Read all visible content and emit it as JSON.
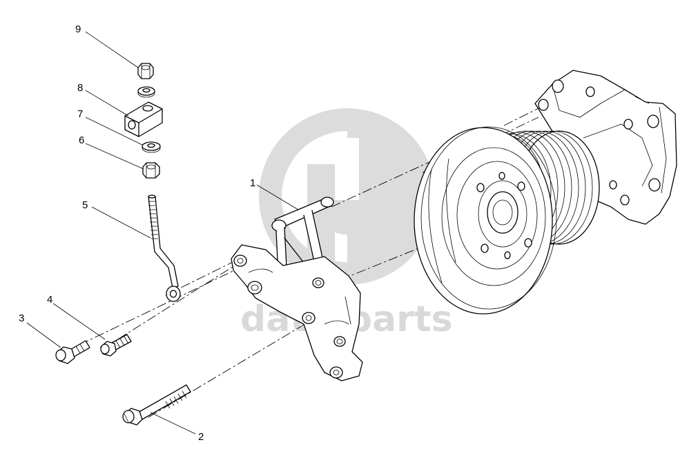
{
  "watermark": {
    "text": "data-parts",
    "color": "#d9d9d9"
  },
  "callouts": [
    {
      "id": "1",
      "label": "1"
    },
    {
      "id": "2",
      "label": "2"
    },
    {
      "id": "3",
      "label": "3"
    },
    {
      "id": "4",
      "label": "4"
    },
    {
      "id": "5",
      "label": "5"
    },
    {
      "id": "6",
      "label": "6"
    },
    {
      "id": "7",
      "label": "7"
    },
    {
      "id": "8",
      "label": "8"
    },
    {
      "id": "9",
      "label": "9"
    }
  ],
  "colors": {
    "line": "#000000",
    "background": "#ffffff"
  }
}
